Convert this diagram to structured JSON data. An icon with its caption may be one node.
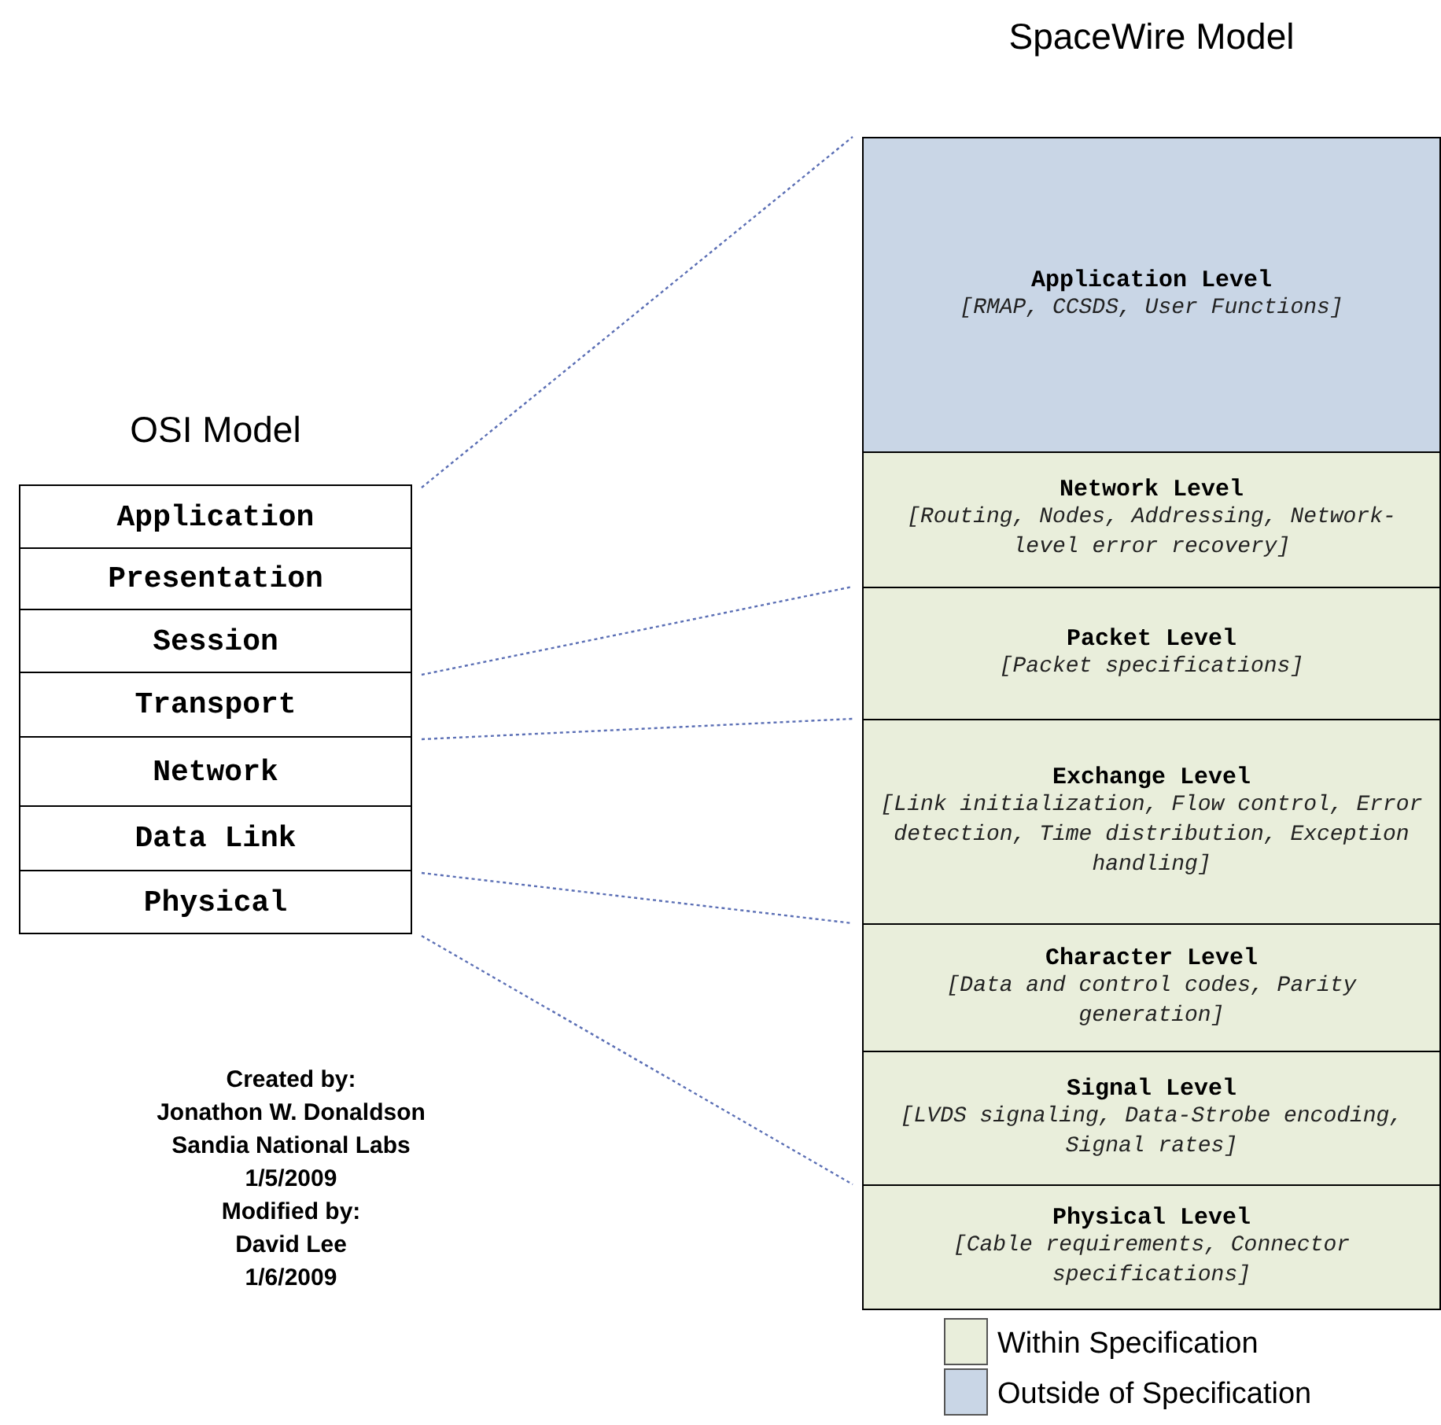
{
  "diagram": {
    "nodes": [
      {
        "text": [
          "OSI Model"
        ]
      },
      {
        "text": [
          "Application"
        ],
        "in": 0
      },
      {
        "text": [
          "Presentation"
        ],
        "in": 0
      },
      {
        "text": [
          "Session"
        ],
        "in": 0
      },
      {
        "text": [
          "Transport"
        ],
        "in": 0
      },
      {
        "text": [
          "Network"
        ],
        "in": 0
      },
      {
        "text": [
          "Data Link"
        ],
        "in": 0
      },
      {
        "text": [
          "Physical"
        ],
        "in": 0
      },
      {
        "text": [
          "SpaceWire Model"
        ]
      },
      {
        "text": [
          "Application Level",
          "[RMAP, CCSDS, User Functions]"
        ],
        "in": 8
      },
      {
        "text": [
          "Network Level",
          "[Routing, Nodes, Addressing, Network-level error recovery]"
        ],
        "in": 8
      },
      {
        "text": [
          "Packet Level",
          "[Packet specifications]"
        ],
        "in": 8
      },
      {
        "text": [
          "Exchange Level",
          "[Link initialization, Flow control, Error detection, Time distribution, Exception handling]"
        ],
        "in": 8
      },
      {
        "text": [
          "Character Level",
          "[Data and control codes, Parity generation]"
        ],
        "in": 8
      },
      {
        "text": [
          "Signal Level",
          "[LVDS signaling, Data-Strobe encoding, Signal rates]"
        ],
        "in": 8
      },
      {
        "text": [
          "Physical Level",
          "[Cable requirements, Connector specifications]"
        ],
        "in": 8
      }
    ],
    "edges": [
      {
        "from": 1,
        "to": 9,
        "arrow": "none",
        "style": "dashed"
      },
      {
        "from": 4,
        "to": 10,
        "arrow": "none",
        "style": "dashed"
      },
      {
        "from": 5,
        "to": 11,
        "arrow": "none",
        "style": "dashed"
      },
      {
        "from": 6,
        "to": 13,
        "arrow": "none",
        "style": "dashed"
      },
      {
        "from": 7,
        "to": 15,
        "arrow": "none",
        "style": "dashed"
      }
    ],
    "labels": [
      "Created by:",
      "Jonathon W. Donaldson",
      "Sandia National Labs",
      "1/5/2009",
      "Modified by:",
      "David Lee",
      "1/6/2009"
    ],
    "legend": [
      {
        "text": "Within Specification",
        "color": "#e9eedb"
      },
      {
        "text": "Outside of Specification",
        "color": "#c9d6e6"
      }
    ]
  }
}
